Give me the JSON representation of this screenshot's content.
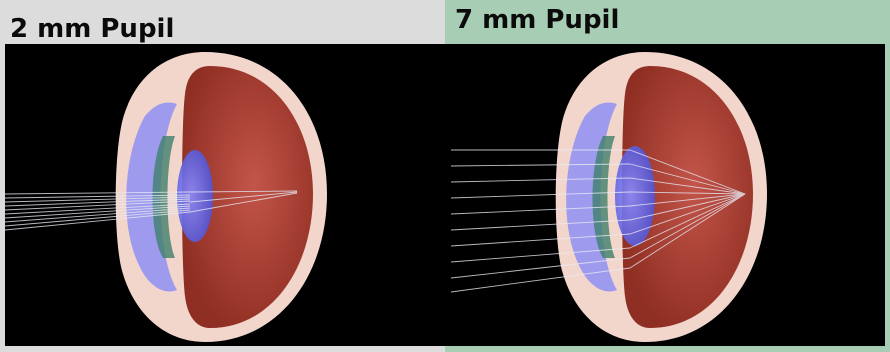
{
  "panels": [
    {
      "label": "2 mm Pupil",
      "icon": "eye-cross-section-small-pupil-illustration"
    },
    {
      "label": "7 mm Pupil",
      "icon": "eye-cross-section-large-pupil-illustration"
    }
  ],
  "colors": {
    "left_header_bg": "#dcdcdc",
    "right_header_bg": "#a7cdb4",
    "scene_bg": "#000000",
    "retina_red": "#b5483a",
    "lens_blue": "#6c6ef0",
    "sclera": "#f1d3c9"
  }
}
